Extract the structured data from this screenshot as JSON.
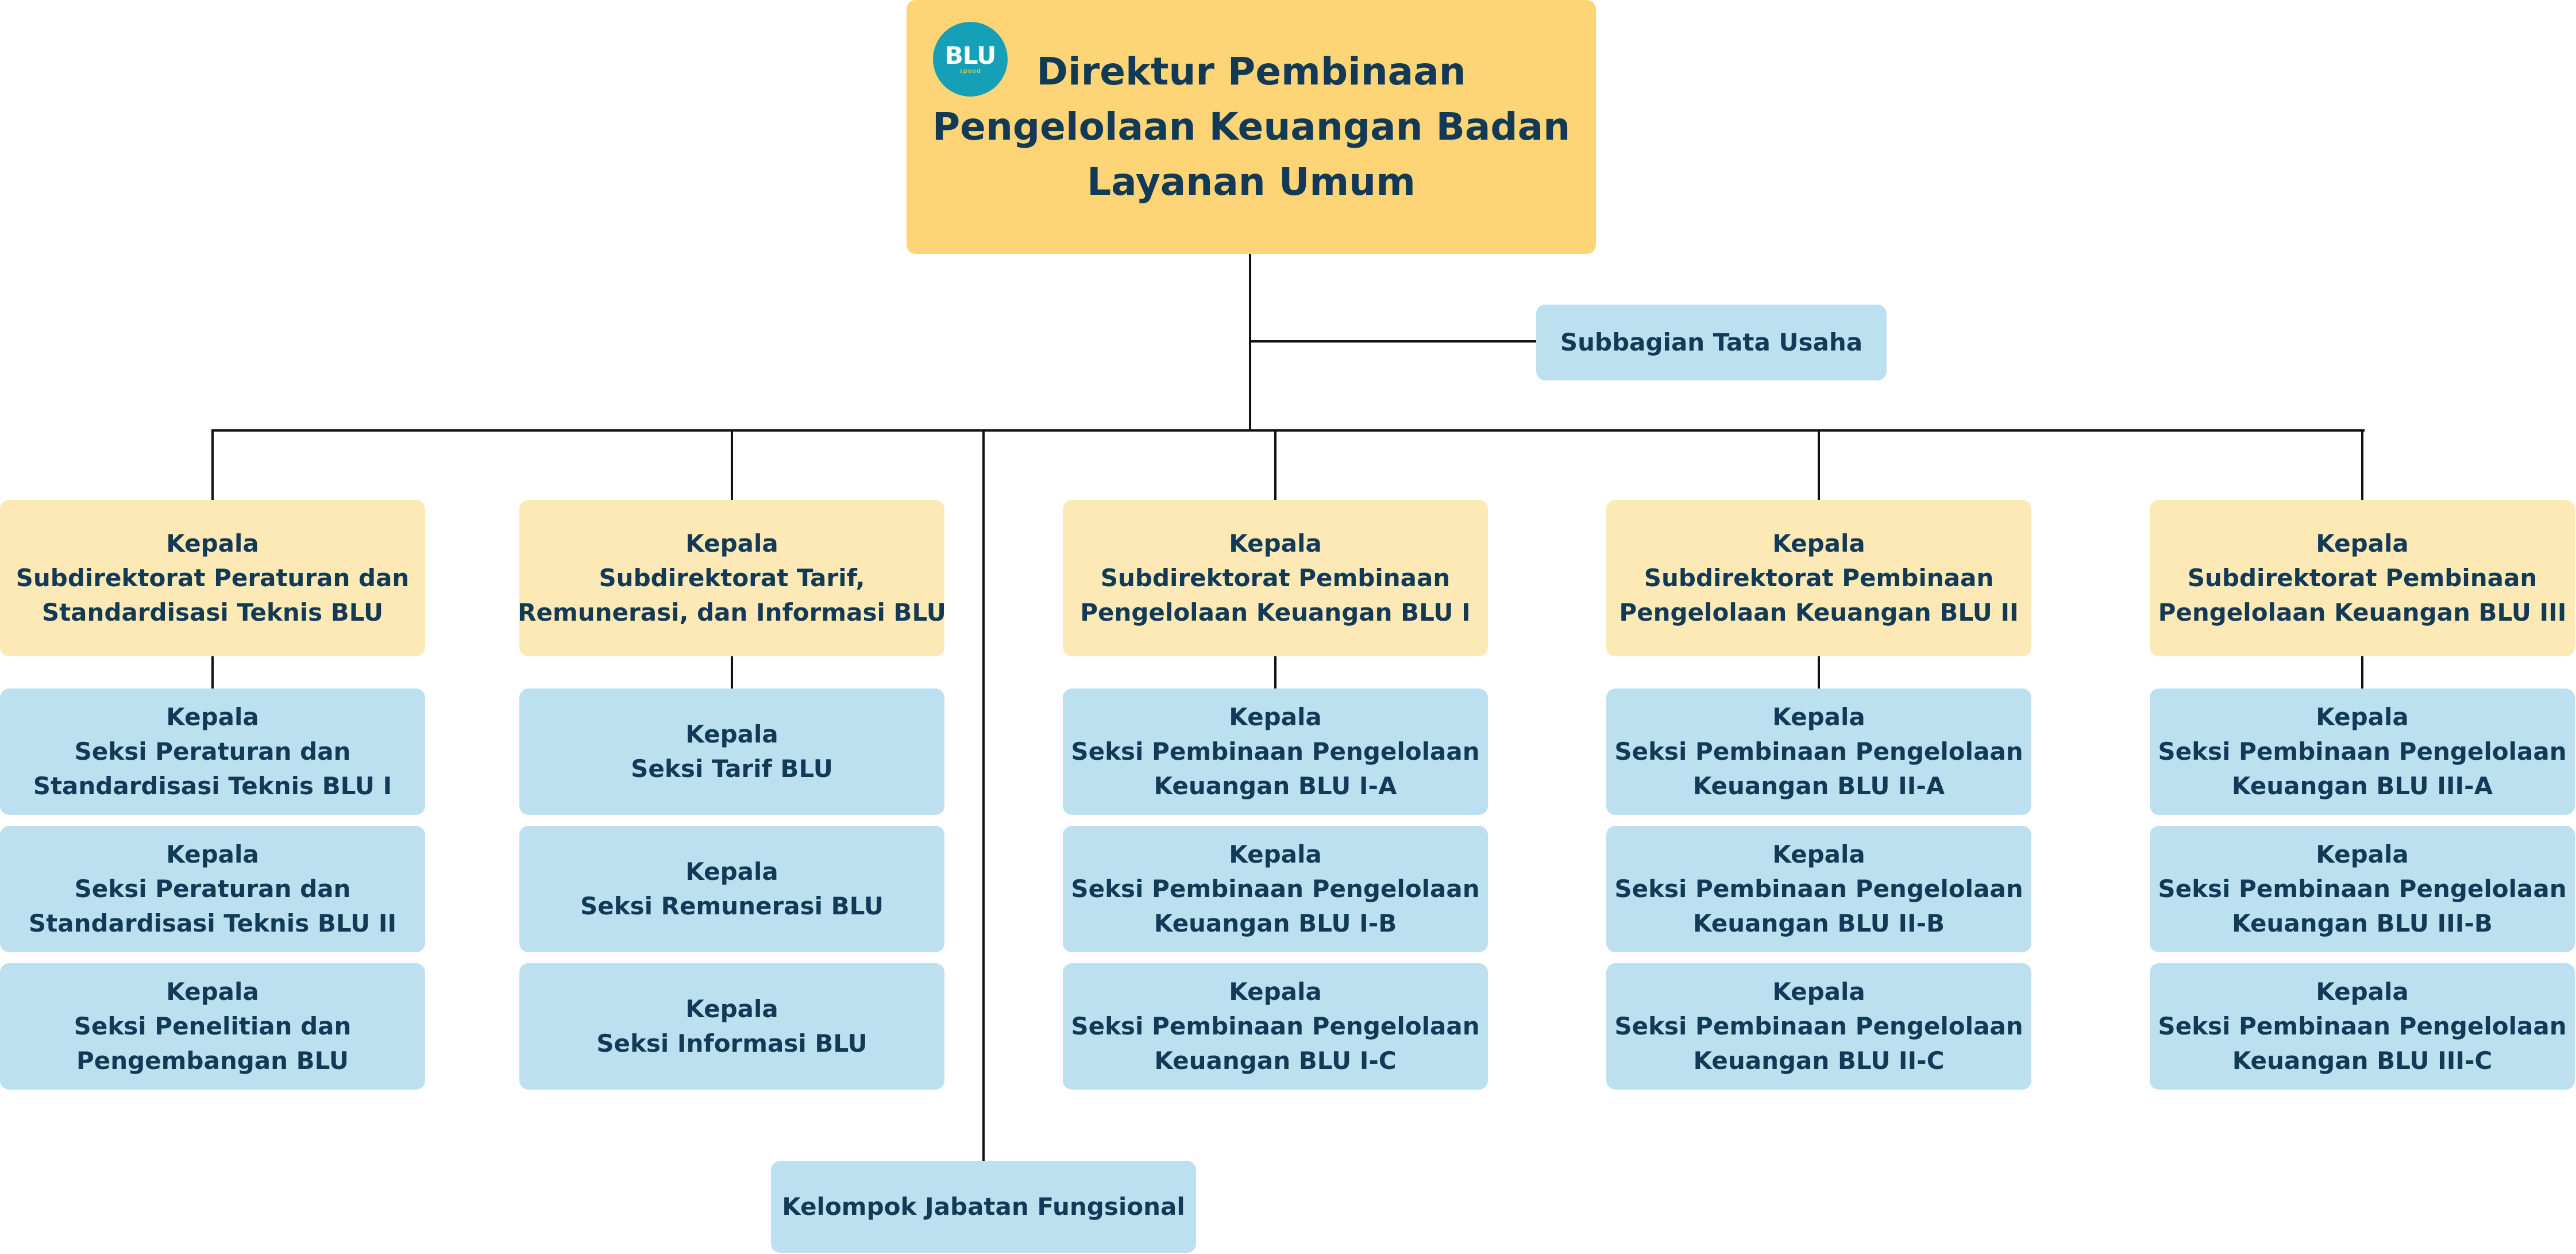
{
  "colors": {
    "director_fill": "#fdd576",
    "subdirectorate_fill": "#fde9b6",
    "section_fill": "#bde0f0",
    "text": "#123a57",
    "connector": "#111111",
    "logo_fill": "#16a0b8"
  },
  "logo": {
    "main": "BLU",
    "sub": "speed"
  },
  "director": {
    "lines": [
      "Direktur Pembinaan",
      "Pengelolaan Keuangan Badan",
      "Layanan Umum"
    ]
  },
  "subbagian": {
    "label": "Subbagian Tata Usaha"
  },
  "kelompok": {
    "label": "Kelompok Jabatan Fungsional"
  },
  "columns": [
    {
      "subdirectorate": [
        "Kepala",
        "Subdirektorat Peraturan dan",
        "Standardisasi Teknis BLU"
      ],
      "sections": [
        [
          "Kepala",
          "Seksi Peraturan dan",
          "Standardisasi Teknis BLU I"
        ],
        [
          "Kepala",
          "Seksi Peraturan dan",
          "Standardisasi Teknis BLU II"
        ],
        [
          "Kepala",
          "Seksi Penelitian dan",
          "Pengembangan BLU"
        ]
      ]
    },
    {
      "subdirectorate": [
        "Kepala",
        "Subdirektorat Tarif,",
        "Remunerasi, dan Informasi BLU"
      ],
      "sections": [
        [
          "Kepala",
          "Seksi Tarif BLU"
        ],
        [
          "Kepala",
          "Seksi Remunerasi BLU"
        ],
        [
          "Kepala",
          "Seksi Informasi BLU"
        ]
      ]
    },
    {
      "subdirectorate": [
        "Kepala",
        "Subdirektorat Pembinaan",
        "Pengelolaan Keuangan BLU I"
      ],
      "sections": [
        [
          "Kepala",
          "Seksi Pembinaan Pengelolaan",
          "Keuangan BLU I-A"
        ],
        [
          "Kepala",
          "Seksi Pembinaan Pengelolaan",
          "Keuangan BLU I-B"
        ],
        [
          "Kepala",
          "Seksi Pembinaan Pengelolaan",
          "Keuangan BLU I-C"
        ]
      ]
    },
    {
      "subdirectorate": [
        "Kepala",
        "Subdirektorat Pembinaan",
        "Pengelolaan Keuangan BLU II"
      ],
      "sections": [
        [
          "Kepala",
          "Seksi Pembinaan Pengelolaan",
          "Keuangan BLU II-A"
        ],
        [
          "Kepala",
          "Seksi Pembinaan Pengelolaan",
          "Keuangan BLU II-B"
        ],
        [
          "Kepala",
          "Seksi Pembinaan Pengelolaan",
          "Keuangan BLU II-C"
        ]
      ]
    },
    {
      "subdirectorate": [
        "Kepala",
        "Subdirektorat Pembinaan",
        "Pengelolaan Keuangan BLU III"
      ],
      "sections": [
        [
          "Kepala",
          "Seksi Pembinaan Pengelolaan",
          "Keuangan BLU III-A"
        ],
        [
          "Kepala",
          "Seksi Pembinaan Pengelolaan",
          "Keuangan BLU III-B"
        ],
        [
          "Kepala",
          "Seksi Pembinaan Pengelolaan",
          "Keuangan BLU III-C"
        ]
      ]
    }
  ]
}
